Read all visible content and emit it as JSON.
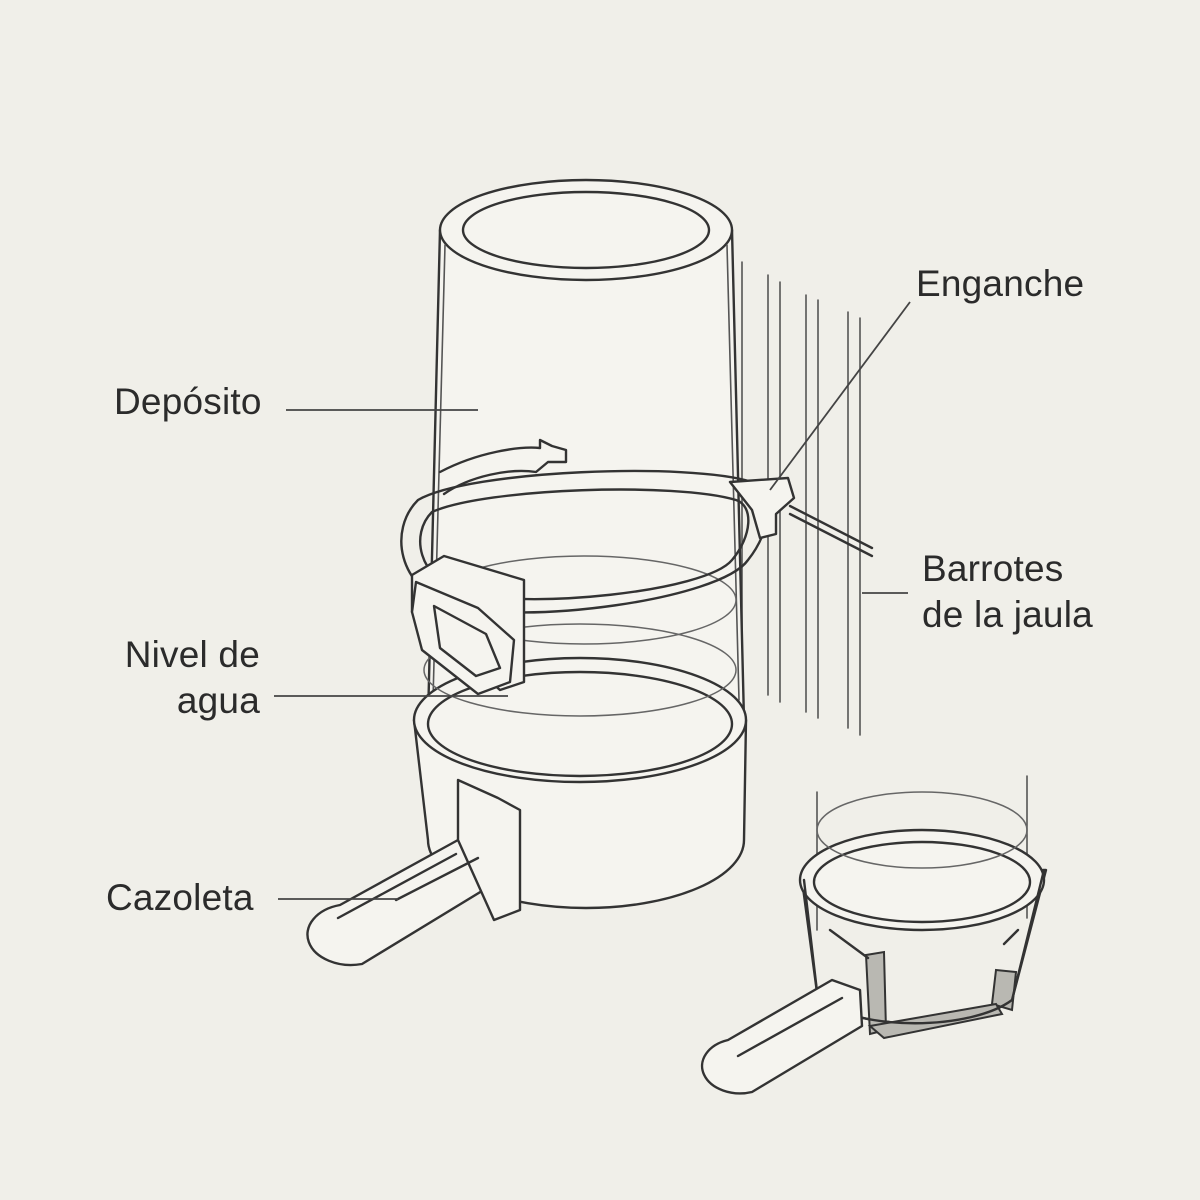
{
  "diagram": {
    "labels": {
      "deposito": "Depósito",
      "enganche": "Enganche",
      "barrotes_line1": "Barrotes",
      "barrotes_line2": "de la jaula",
      "nivel_line1": "Nivel de",
      "nivel_line2": "agua",
      "cazoleta": "Cazoleta"
    },
    "colors": {
      "background": "#f0efe9",
      "ink": "#333333",
      "cut_section": "#b9b8b2"
    }
  }
}
